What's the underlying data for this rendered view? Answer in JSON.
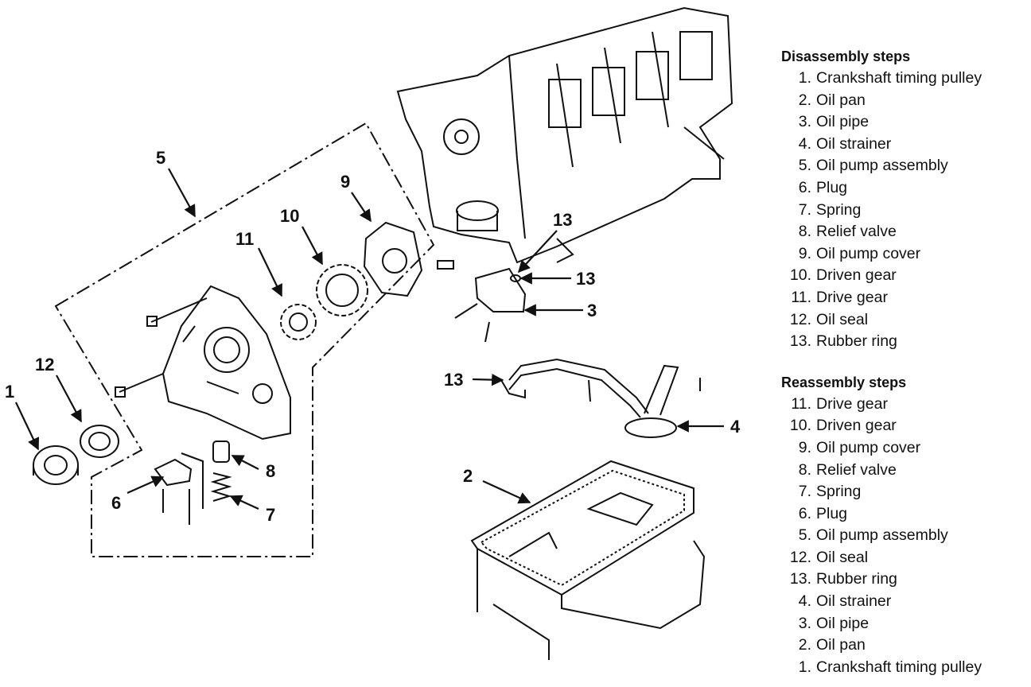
{
  "callouts": {
    "c1": "1",
    "c2": "2",
    "c3": "3",
    "c4": "4",
    "c5": "5",
    "c6": "6",
    "c7": "7",
    "c8": "8",
    "c9": "9",
    "c10": "10",
    "c11": "11",
    "c12": "12",
    "c13a": "13",
    "c13b": "13",
    "c13c": "13"
  },
  "disassembly": {
    "heading": "Disassembly steps",
    "steps": [
      {
        "num": "1.",
        "label": "Crankshaft timing pulley"
      },
      {
        "num": "2.",
        "label": "Oil pan"
      },
      {
        "num": "3.",
        "label": "Oil pipe"
      },
      {
        "num": "4.",
        "label": "Oil strainer"
      },
      {
        "num": "5.",
        "label": "Oil pump assembly"
      },
      {
        "num": "6.",
        "label": "Plug"
      },
      {
        "num": "7.",
        "label": "Spring"
      },
      {
        "num": "8.",
        "label": "Relief valve"
      },
      {
        "num": "9.",
        "label": "Oil pump cover"
      },
      {
        "num": "10.",
        "label": "Driven gear"
      },
      {
        "num": "11.",
        "label": "Drive gear"
      },
      {
        "num": "12.",
        "label": "Oil seal"
      },
      {
        "num": "13.",
        "label": "Rubber ring"
      }
    ]
  },
  "reassembly": {
    "heading": "Reassembly steps",
    "steps": [
      {
        "num": "11.",
        "label": "Drive gear"
      },
      {
        "num": "10.",
        "label": "Driven gear"
      },
      {
        "num": "9.",
        "label": "Oil pump cover"
      },
      {
        "num": "8.",
        "label": "Relief valve"
      },
      {
        "num": "7.",
        "label": "Spring"
      },
      {
        "num": "6.",
        "label": "Plug"
      },
      {
        "num": "5.",
        "label": "Oil pump assembly"
      },
      {
        "num": "12.",
        "label": "Oil seal"
      },
      {
        "num": "13.",
        "label": "Rubber ring"
      },
      {
        "num": "4.",
        "label": "Oil strainer"
      },
      {
        "num": "3.",
        "label": "Oil pipe"
      },
      {
        "num": "2.",
        "label": "Oil pan"
      },
      {
        "num": "1.",
        "label": "Crankshaft timing pulley"
      }
    ]
  }
}
